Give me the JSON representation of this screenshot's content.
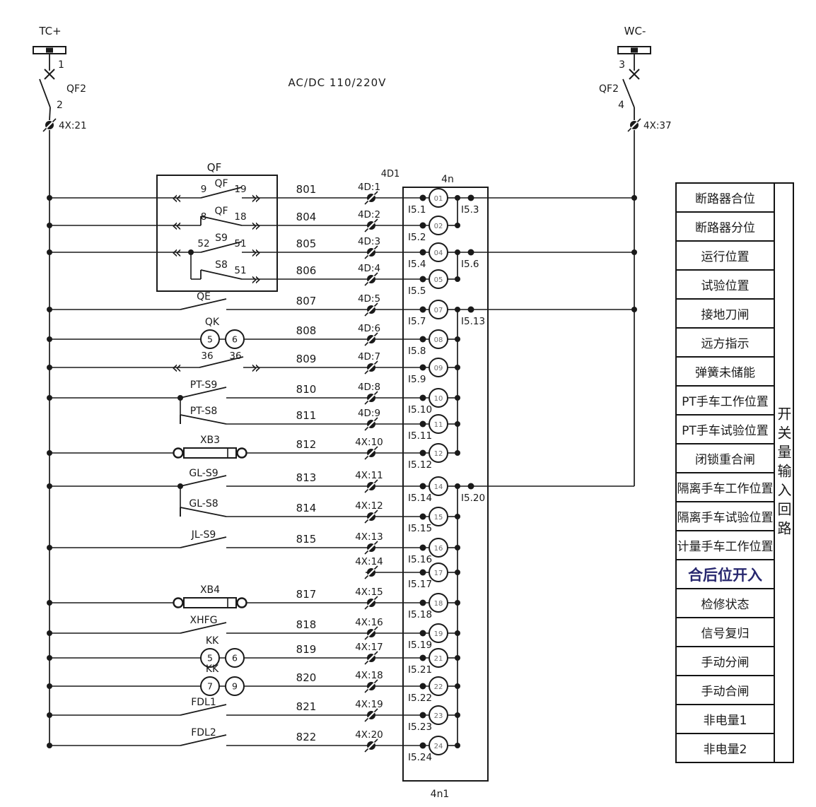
{
  "title": "AC/DC 110/220V",
  "colors": {
    "ink": "#1a1a1a",
    "highlight": "#27276f"
  },
  "feeds": {
    "left": {
      "bus": "TC+",
      "pin_top": "1",
      "switch": "QF2",
      "pin_bottom": "2",
      "terminal": "4X:21"
    },
    "right": {
      "bus": "WC-",
      "pin_top": "3",
      "switch": "QF2",
      "pin_bottom": "4",
      "terminal": "4X:37"
    }
  },
  "qf_box": {
    "label": "QF"
  },
  "device_box": {
    "top_label": "4n",
    "strip_label": "4D1",
    "bottom_label": "4n1"
  },
  "rows": [
    {
      "wire": "801",
      "terminal": "4D:1",
      "input": "I5.1",
      "opto": "01",
      "branch_input": "I5.3",
      "kind": "no",
      "in_box": true,
      "chev_left": true,
      "chev_right": true,
      "label_left": "9",
      "label_center": "QF",
      "label_right": "19"
    },
    {
      "wire": "804",
      "terminal": "4D:2",
      "input": "I5.2",
      "opto": "02",
      "kind": "nc",
      "in_box": true,
      "chev_left": true,
      "chev_right": true,
      "label_left": "8",
      "label_center": "QF",
      "label_right": "18"
    },
    {
      "wire": "805",
      "terminal": "4D:3",
      "input": "I5.4",
      "opto": "04",
      "branch_input": "I5.6",
      "kind": "no",
      "in_box": true,
      "chev_left": true,
      "chev_right": true,
      "label_left": "52",
      "label_center": "S9",
      "label_right": "51",
      "tee_down": true
    },
    {
      "wire": "806",
      "terminal": "4D:4",
      "input": "I5.5",
      "opto": "05",
      "kind": "nc",
      "in_box": true,
      "chev_right": true,
      "label_center": "S8",
      "label_right": "51",
      "from_above": true
    },
    {
      "wire": "807",
      "terminal": "4D:5",
      "input": "I5.7",
      "opto": "07",
      "branch_input": "I5.13",
      "kind": "no",
      "label_center": "QE"
    },
    {
      "wire": "808",
      "terminal": "4D:6",
      "input": "I5.8",
      "opto": "08",
      "kind": "switch_circles",
      "label_center": "QK",
      "pin_a": "5",
      "pin_b": "6"
    },
    {
      "wire": "809",
      "terminal": "4D:7",
      "input": "I5.9",
      "opto": "09",
      "kind": "no",
      "chev_left": true,
      "chev_right": true,
      "label_left": "36",
      "label_right": "36"
    },
    {
      "wire": "810",
      "terminal": "4D:8",
      "input": "I5.10",
      "opto": "10",
      "kind": "no",
      "label_center": "PT-S9",
      "tee_down": true
    },
    {
      "wire": "811",
      "terminal": "4D:9",
      "input": "I5.11",
      "opto": "11",
      "kind": "nc",
      "label_center": "PT-S8",
      "from_above": true
    },
    {
      "wire": "812",
      "terminal": "4X:10",
      "input": "I5.12",
      "opto": "12",
      "kind": "link",
      "label_center": "XB3"
    },
    {
      "wire": "813",
      "terminal": "4X:11",
      "input": "I5.14",
      "opto": "14",
      "branch_input": "I5.20",
      "kind": "no",
      "label_center": "GL-S9",
      "tee_down": true
    },
    {
      "wire": "814",
      "terminal": "4X:12",
      "input": "I5.15",
      "opto": "15",
      "kind": "nc",
      "label_center": "GL-S8",
      "from_above": true
    },
    {
      "wire": "815",
      "terminal": "4X:13",
      "input": "I5.16",
      "opto": "16",
      "kind": "no",
      "label_center": "JL-S9"
    },
    {
      "wire": "",
      "terminal": "4X:14",
      "input": "I5.17",
      "opto": "17",
      "kind": "none",
      "start_at_terminal": true
    },
    {
      "wire": "817",
      "terminal": "4X:15",
      "input": "I5.18",
      "opto": "18",
      "kind": "link",
      "label_center": "XB4"
    },
    {
      "wire": "818",
      "terminal": "4X:16",
      "input": "I5.19",
      "opto": "19",
      "kind": "no",
      "label_center": "XHFG"
    },
    {
      "wire": "819",
      "terminal": "4X:17",
      "input": "I5.21",
      "opto": "21",
      "kind": "switch_circles",
      "label_center": "KK",
      "pin_a": "5",
      "pin_b": "6"
    },
    {
      "wire": "820",
      "terminal": "4X:18",
      "input": "I5.22",
      "opto": "22",
      "kind": "switch_circles",
      "label_center": "KK",
      "pin_a": "7",
      "pin_b": "9"
    },
    {
      "wire": "821",
      "terminal": "4X:19",
      "input": "I5.23",
      "opto": "23",
      "kind": "no",
      "label_center": "FDL1"
    },
    {
      "wire": "822",
      "terminal": "4X:20",
      "input": "I5.24",
      "opto": "24",
      "kind": "no",
      "label_center": "FDL2"
    }
  ],
  "side_table": {
    "rows": [
      "断路器合位",
      "断路器分位",
      "运行位置",
      "试验位置",
      "接地刀闸",
      "远方指示",
      "弹簧未储能",
      "PT手车工作位置",
      "PT手车试验位置",
      "闭锁重合闸",
      "隔离手车工作位置",
      "隔离手车试验位置",
      "计量手车工作位置",
      "合后位开入",
      "检修状态",
      "信号复归",
      "手动分闸",
      "手动合闸",
      "非电量1",
      "非电量2"
    ],
    "highlight_index": 13,
    "vertical_label": "开关量输入回路"
  }
}
